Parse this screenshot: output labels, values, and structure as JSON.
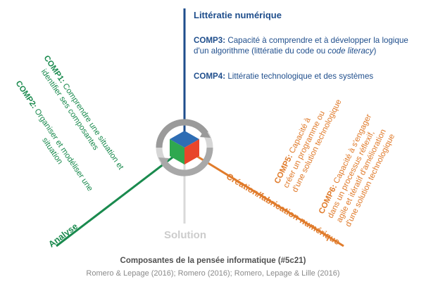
{
  "axes": {
    "top": {
      "title": "Littératie numérique",
      "color": "#1f4e8c"
    },
    "left": {
      "title": "Analyse",
      "color": "#1a8a4e"
    },
    "right": {
      "title": "Création/fabrication numérique",
      "color": "#e07b2b"
    },
    "bottom": {
      "title": "Solution",
      "color": "#c8c8c8"
    }
  },
  "competencies": {
    "comp1": {
      "code": "COMP1:",
      "lines": [
        "Comprendre une situation et",
        "identifier ses composantes"
      ]
    },
    "comp2": {
      "code": "COMP2:",
      "lines": [
        "Organiser et modéliser une",
        "situation"
      ]
    },
    "comp3": {
      "code": "COMP3:",
      "text_1": "Capacité à comprendre et à développer la logique",
      "text_2": "d'un algorithme (littératie du code ou ",
      "text_italic": "code literacy",
      "text_end": ")"
    },
    "comp4": {
      "code": "COMP4:",
      "text": "Littératie technologique et des systèmes"
    },
    "comp5": {
      "code": "COMP5:",
      "lines": [
        "Capacité à",
        "créer un programme ou",
        "d'une solution technologique"
      ]
    },
    "comp6": {
      "code": "COMP6:",
      "lines": [
        "Capacité à s'engager",
        "dans un processus réflexif,",
        "agile et itératif d'amélioration",
        "d'une solution technologique"
      ]
    }
  },
  "caption": {
    "title": "Composantes de la pensée informatique (#5c21)",
    "credits": "Romero & Lepage (2016); Romero (2016); Romero, Lepage & Lille (2016)"
  },
  "icon": {
    "name": "cube-cycle-icon",
    "colors": {
      "top": "#2e6db4",
      "left": "#2fa84f",
      "right": "#e8462a",
      "ring": "#9a9a9a"
    }
  }
}
